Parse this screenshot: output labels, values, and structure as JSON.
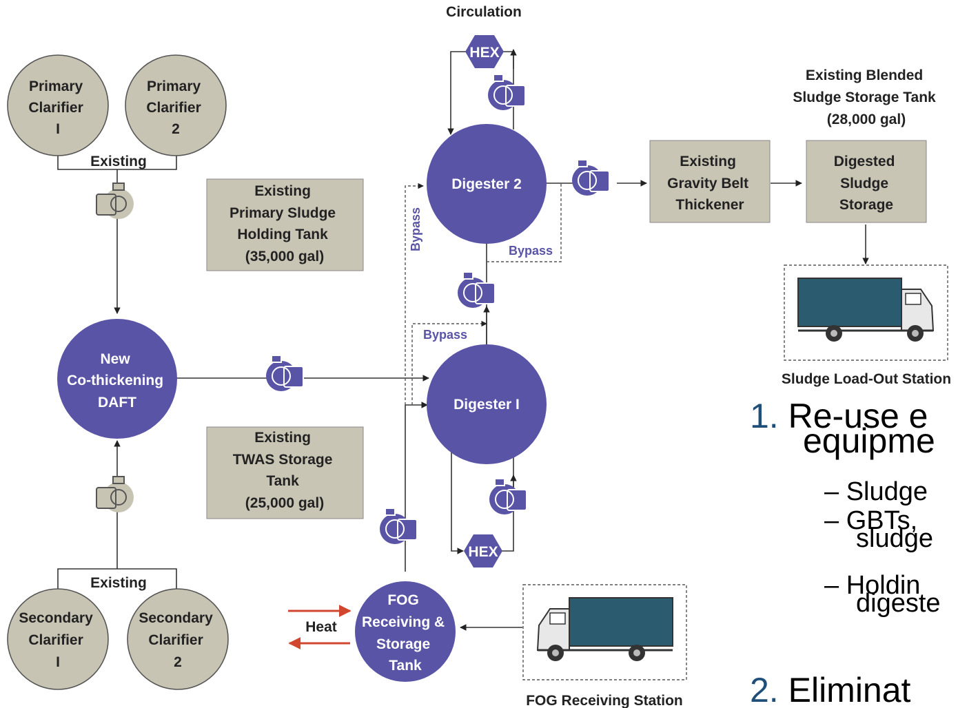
{
  "colors": {
    "circle_gray": "#c8c4b4",
    "box_gray": "#c9c5b5",
    "digester_purple": "#5954a6",
    "bypass_purple": "#5954a6",
    "heat_red": "#d0462e",
    "truck_body": "#2b5b6e",
    "line": "#333333",
    "number_blue": "#1f4e79"
  },
  "labels": {
    "circulation": "Circulation",
    "hex_top": "HEX",
    "hex_bottom": "HEX",
    "primary_clarifier_1": [
      "Primary",
      "Clarifier",
      "I"
    ],
    "primary_clarifier_2": [
      "Primary",
      "Clarifier",
      "2"
    ],
    "existing_primary": "Existing",
    "existing_secondary": "Existing",
    "primary_sludge_tank": [
      "Existing",
      "Primary Sludge",
      "Holding Tank",
      "(35,000 gal)"
    ],
    "twas_tank": [
      "Existing",
      "TWAS Storage",
      "Tank",
      "(25,000 gal)"
    ],
    "daft": [
      "New",
      "Co-thickening",
      "DAFT"
    ],
    "digester_2": "Digester 2",
    "digester_1": "Digester I",
    "bypass_vertical": "Bypass",
    "bypass_right": "Bypass",
    "bypass_middle": "Bypass",
    "gbt": [
      "Existing",
      "Gravity Belt",
      "Thickener"
    ],
    "blended_tank_caption": [
      "Existing Blended",
      "Sludge Storage Tank",
      "(28,000 gal)"
    ],
    "digested_storage": [
      "Digested",
      "Sludge",
      "Storage"
    ],
    "load_out_station": "Sludge Load-Out Station",
    "secondary_clarifier_1": [
      "Secondary",
      "Clarifier",
      "I"
    ],
    "secondary_clarifier_2": [
      "Secondary",
      "Clarifier",
      "2"
    ],
    "fog_tank": [
      "FOG",
      "Receiving &",
      "Storage",
      "Tank"
    ],
    "heat": "Heat",
    "fog_station": "FOG Receiving Station"
  },
  "bullets": {
    "item1_num": "1.",
    "item1_line1": "Re-use e",
    "item1_line2": "equipme",
    "sub1": "– Sludge",
    "sub2_line1": "– GBTs,",
    "sub2_line2": "sludge",
    "sub3_line1": "– Holdin",
    "sub3_line2": "digeste",
    "item2_num": "2.",
    "item2_text": "Eliminat"
  }
}
